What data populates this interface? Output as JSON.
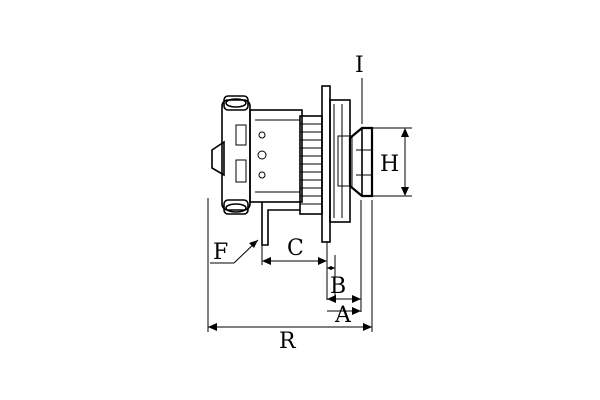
{
  "diagram": {
    "labels": {
      "I": "I",
      "H": "H",
      "C": "C",
      "F": "F",
      "B": "B",
      "A": "A",
      "R": "R"
    }
  }
}
